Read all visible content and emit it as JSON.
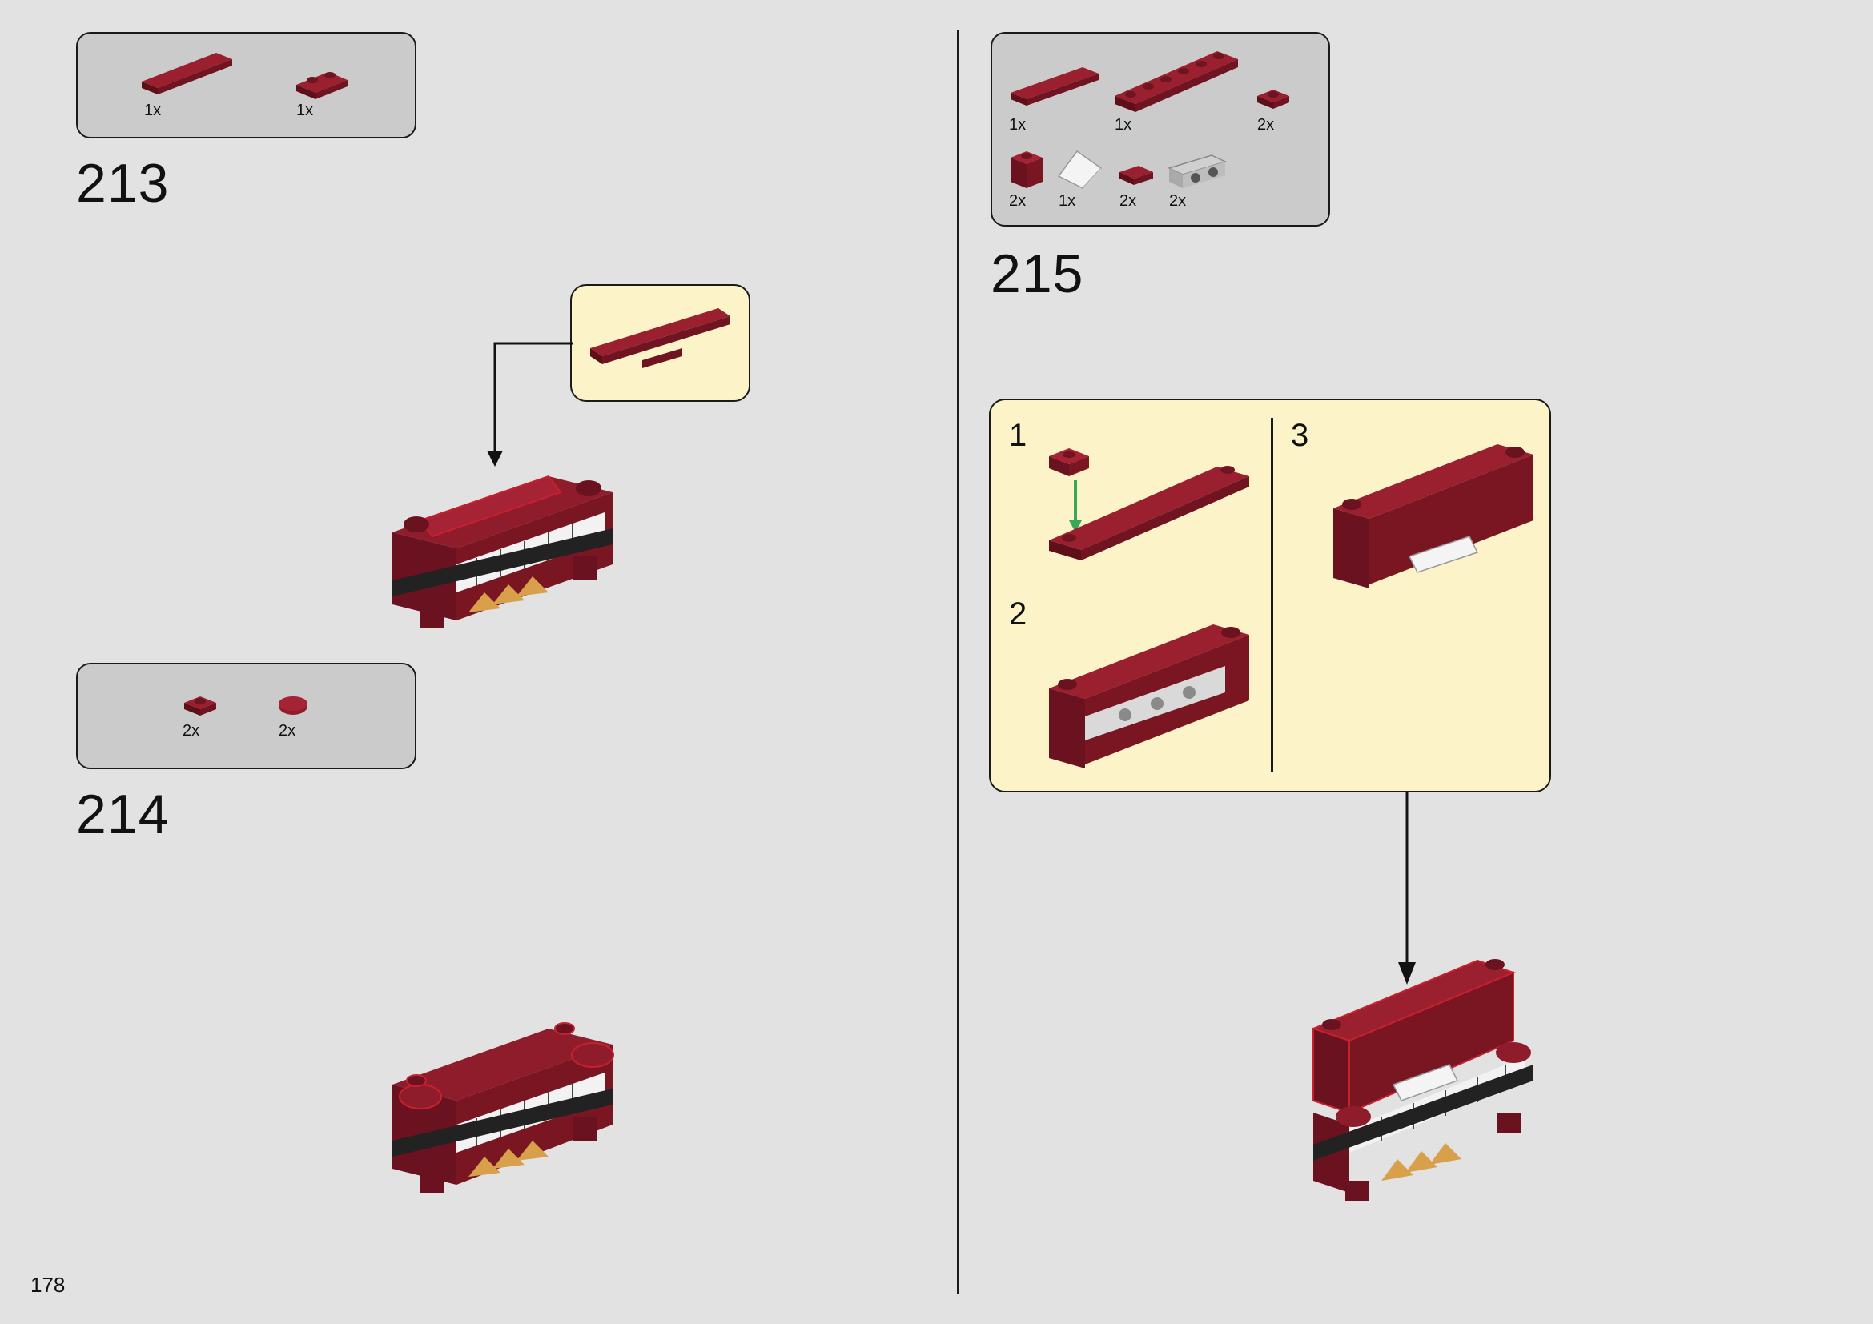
{
  "page": {
    "number": "178"
  },
  "steps": [
    {
      "number": "213",
      "parts": [
        {
          "qty": "1x",
          "name": "dark-red-tile-1x4-icon"
        },
        {
          "qty": "1x",
          "name": "dark-red-plate-1x2-icon"
        }
      ]
    },
    {
      "number": "214",
      "parts": [
        {
          "qty": "2x",
          "name": "dark-red-plate-1x1-icon"
        },
        {
          "qty": "2x",
          "name": "dark-red-round-tile-icon"
        }
      ]
    },
    {
      "number": "215",
      "parts": [
        {
          "qty": "1x",
          "name": "dark-red-tile-1x4-icon"
        },
        {
          "qty": "1x",
          "name": "dark-red-plate-1x6-icon"
        },
        {
          "qty": "2x",
          "name": "dark-red-plate-1x1-icon"
        },
        {
          "qty": "2x",
          "name": "dark-red-brick-1x1-icon"
        },
        {
          "qty": "1x",
          "name": "white-slope-icon"
        },
        {
          "qty": "2x",
          "name": "dark-red-tile-1x2-icon"
        },
        {
          "qty": "2x",
          "name": "gray-bracket-icon"
        }
      ],
      "substeps": [
        "1",
        "2",
        "3"
      ]
    }
  ],
  "colors": {
    "background": "#e2e2e2",
    "parts_box": "#cbcbcb",
    "callout": "#fdf3c9",
    "dark_red": "#7a1622",
    "arrow_green": "#3aa65a"
  }
}
